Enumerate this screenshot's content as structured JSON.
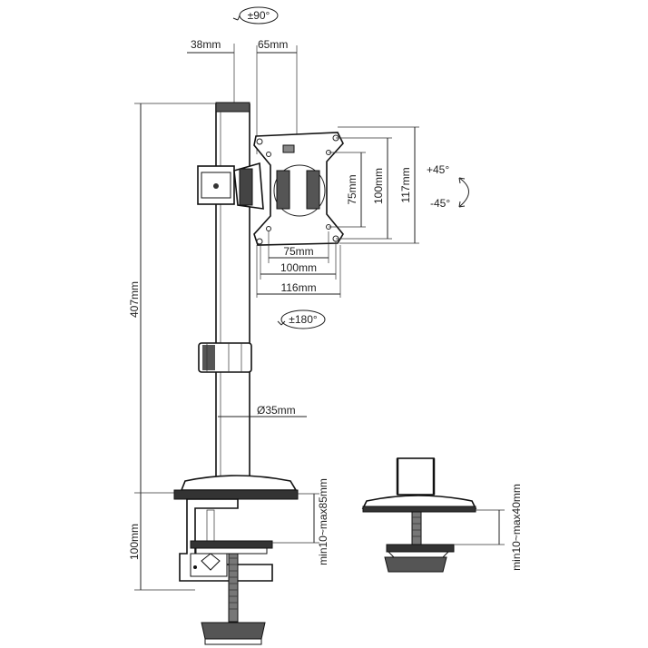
{
  "diagram": {
    "labels": {
      "tilt": "±90°",
      "rotate_left": "±180°",
      "swivel_plus": "+45°",
      "swivel_minus": "-45°",
      "pole_top_38": "38mm",
      "pole_top_65": "65mm",
      "height_407": "407mm",
      "height_100": "100mm",
      "vesa_h75": "75mm",
      "vesa_h100": "100mm",
      "vesa_h116": "116mm",
      "vesa_v75": "75mm",
      "vesa_v100": "100mm",
      "vesa_v117": "117mm",
      "pole_diameter": "Ø35mm",
      "clamp_range_a": "min10~max85mm",
      "clamp_range_b": "min10~max40mm"
    }
  }
}
